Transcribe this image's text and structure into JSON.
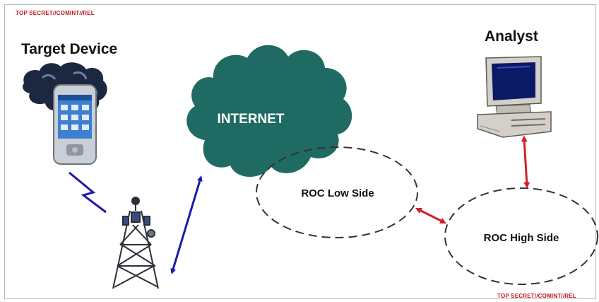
{
  "classification": {
    "top_banner": "TOP SECRET//COMINT//REL",
    "bottom_banner": "TOP SECRET//COMINT//REL",
    "color": "#c0161c"
  },
  "nodes": {
    "target_device": {
      "label": "Target Device",
      "icon": "smartphone-icon"
    },
    "analyst": {
      "label": "Analyst",
      "icon": "desktop-computer-icon"
    },
    "internet": {
      "label": "INTERNET",
      "icon": "cloud-icon",
      "color": "#1f6b63"
    },
    "roc_low": {
      "label": "ROC Low Side"
    },
    "roc_high": {
      "label": "ROC High Side"
    },
    "cell_tower": {
      "icon": "cell-tower-icon"
    }
  },
  "connections": {
    "wireless_link": {
      "color": "#1a1aa8"
    },
    "tower_to_internet": {
      "color": "#1a1aa8"
    },
    "roc_low_to_roc_high": {
      "color": "#d0202a"
    },
    "analyst_to_roc_high": {
      "color": "#d0202a"
    }
  }
}
